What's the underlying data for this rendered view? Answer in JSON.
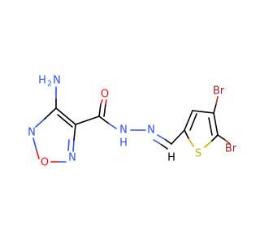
{
  "colors": {
    "carbon": "#000000",
    "nitrogen": "#3050F8",
    "oxygen": "#FF0D0D",
    "sulfur": "#C8B400",
    "bromine": "#A62929",
    "background": "#FFFFFF"
  },
  "atoms": {
    "amino_n": "N",
    "amino_h": "H",
    "amino_h_count": "2",
    "carbonyl_o": "O",
    "ring_n_left": "N",
    "ring_o": "O",
    "ring_n_right": "N",
    "nh_n": "N",
    "nh_h": "H",
    "imine_n": "N",
    "imine_h": "H",
    "thiophene_s": "S",
    "br_top": "Br",
    "br_bottom": "Br"
  }
}
